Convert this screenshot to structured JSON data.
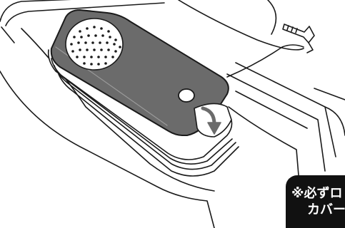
{
  "illustration": {
    "depicts": "product-illustration",
    "device_color": "#6b6b6b",
    "outline_color": "#1a1a1a"
  },
  "note": {
    "line1": "※必ずロ",
    "line2": "カバー",
    "background": "#111111",
    "text_color": "#ffffff"
  }
}
